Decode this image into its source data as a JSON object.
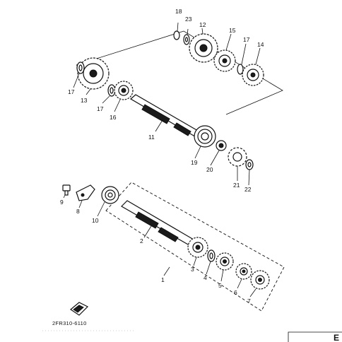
{
  "diagram": {
    "code_label": "2FR310-6110",
    "corner_mark": "E",
    "callouts": [
      {
        "id": "c18",
        "text": "18"
      },
      {
        "id": "c23",
        "text": "23"
      },
      {
        "id": "c12",
        "text": "12"
      },
      {
        "id": "c15",
        "text": "15"
      },
      {
        "id": "c17a",
        "text": "17"
      },
      {
        "id": "c14",
        "text": "14"
      },
      {
        "id": "c17b",
        "text": "17"
      },
      {
        "id": "c13",
        "text": "13"
      },
      {
        "id": "c17c",
        "text": "17"
      },
      {
        "id": "c16",
        "text": "16"
      },
      {
        "id": "c11",
        "text": "11"
      },
      {
        "id": "c19",
        "text": "19"
      },
      {
        "id": "c20",
        "text": "20"
      },
      {
        "id": "c21",
        "text": "21"
      },
      {
        "id": "c22",
        "text": "22"
      },
      {
        "id": "c9",
        "text": "9"
      },
      {
        "id": "c8",
        "text": "8"
      },
      {
        "id": "c10",
        "text": "10"
      },
      {
        "id": "c2",
        "text": "2"
      },
      {
        "id": "c3",
        "text": "3"
      },
      {
        "id": "c4",
        "text": "4"
      },
      {
        "id": "c5",
        "text": "5"
      },
      {
        "id": "c6",
        "text": "6"
      },
      {
        "id": "c7",
        "text": "7"
      },
      {
        "id": "c1",
        "text": "1"
      }
    ]
  }
}
